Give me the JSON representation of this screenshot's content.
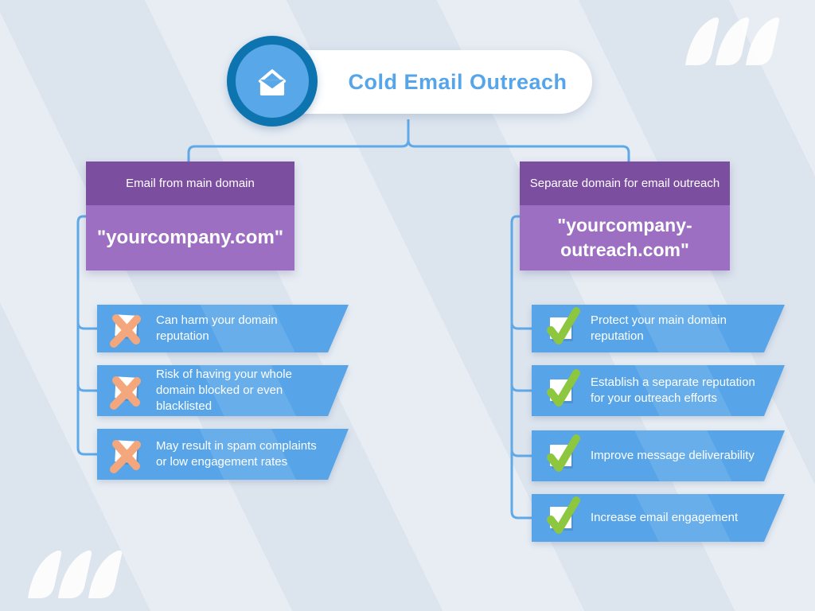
{
  "header": {
    "title": "Cold Email Outreach",
    "icon": "envelope-icon"
  },
  "left_branch": {
    "header_label": "Email from main domain",
    "domain": "\"yourcompany.com\"",
    "item_icon": "cross-mark",
    "items": [
      {
        "text": "Can harm your domain reputation"
      },
      {
        "text": "Risk of having your whole domain blocked or even blacklisted"
      },
      {
        "text": "May result in spam complaints or low engagement rates"
      }
    ]
  },
  "right_branch": {
    "header_label": "Separate domain for email outreach",
    "domain": "\"yourcompany-outreach.com\"",
    "item_icon": "check-mark",
    "items": [
      {
        "text": "Protect your main domain reputation"
      },
      {
        "text": "Establish a separate reputation for your outreach efforts"
      },
      {
        "text": "Improve message deliverability"
      },
      {
        "text": "Increase email engagement"
      }
    ]
  },
  "colors": {
    "background": "#dce4ee",
    "accent_blue": "#57a5e8",
    "connector_blue": "#5fa9e9",
    "badge_ring_blue": "#0e74b0",
    "title_blue": "#56a5e9",
    "purple_dark": "#7c4ea0",
    "purple_light": "#9c6fc2",
    "cross_orange": "#f4a77c",
    "check_green": "#8dc63f",
    "white": "#ffffff"
  }
}
